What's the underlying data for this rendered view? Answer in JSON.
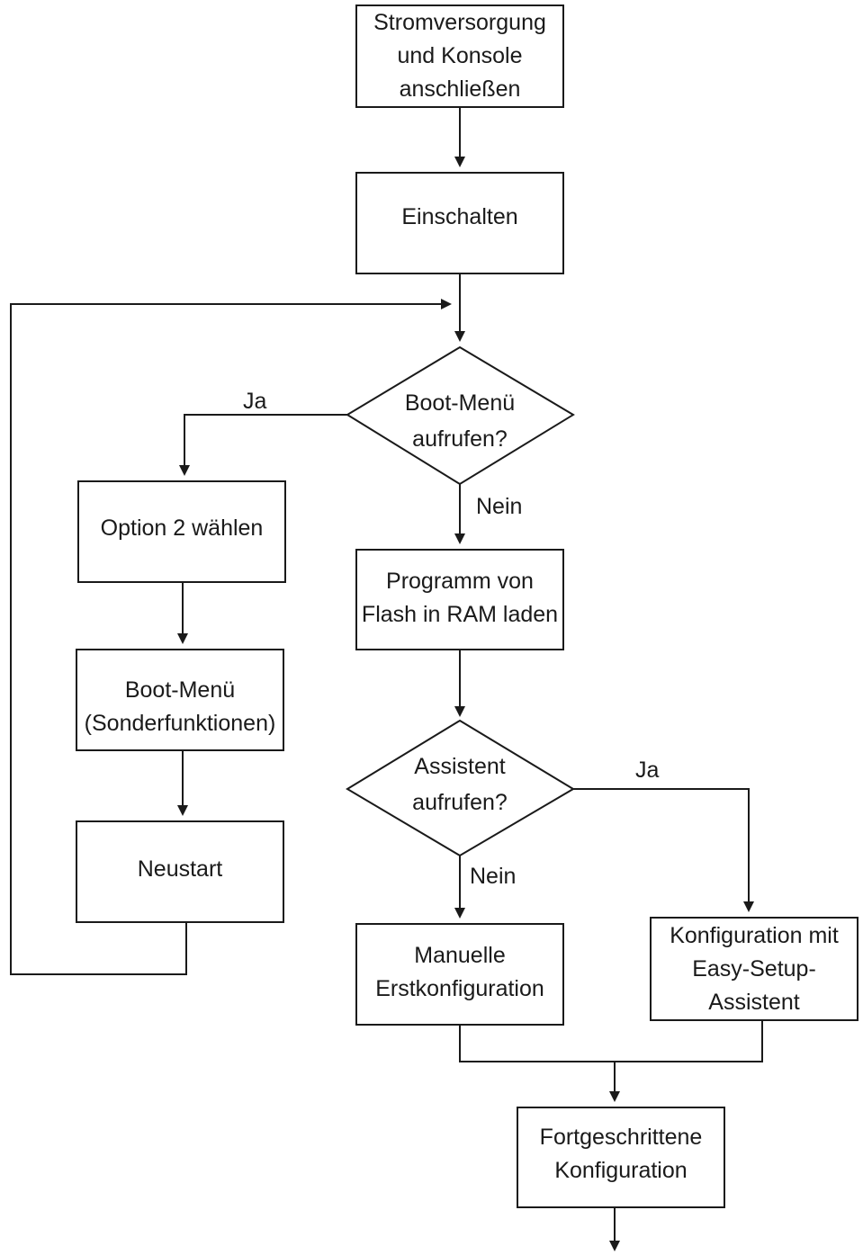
{
  "flowchart": {
    "nodes": {
      "power": [
        "Stromversorgung",
        "und Konsole",
        "anschließen"
      ],
      "switch_on": [
        "Einschalten"
      ],
      "boot_decision": [
        "Boot-Menü",
        "aufrufen?"
      ],
      "option2": [
        "Option 2 wählen"
      ],
      "boot_menu": [
        "Boot-Menü",
        "(Sonderfunktionen)"
      ],
      "restart": [
        "Neustart"
      ],
      "load_program": [
        "Programm von",
        "Flash in RAM laden"
      ],
      "wizard_decision": [
        "Assistent",
        "aufrufen?"
      ],
      "manual_config": [
        "Manuelle",
        "Erstkonfiguration"
      ],
      "easy_setup": [
        "Konfiguration mit",
        "Easy-Setup-",
        "Assistent"
      ],
      "advanced": [
        "Fortgeschrittene",
        "Konfiguration"
      ]
    },
    "edge_labels": {
      "boot_yes": "Ja",
      "boot_no": "Nein",
      "wizard_yes": "Ja",
      "wizard_no": "Nein"
    }
  }
}
